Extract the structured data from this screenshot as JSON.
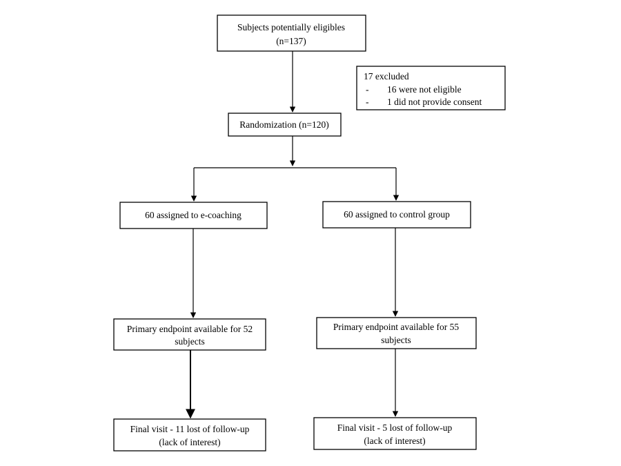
{
  "nodes": {
    "eligible": {
      "line1": "Subjects potentially  eligibles",
      "line2": "(n=137)"
    },
    "excluded": {
      "title": "17 excluded",
      "items": [
        {
          "bullet": "-",
          "text": "16 were not eligible"
        },
        {
          "bullet": "-",
          "text": "1 did not provide consent"
        }
      ]
    },
    "randomization": {
      "label": "Randomization  (n=120)"
    },
    "ecoaching": {
      "label": "60 assigned  to  e-coaching"
    },
    "control": {
      "label": "60 assigned  to  control group"
    },
    "primary_left": {
      "line1": "Primary  endpoint  available  for  52",
      "line2": "subjects"
    },
    "primary_right": {
      "line1": "Primary  endpoint  available  for  55",
      "line2": "subjects"
    },
    "final_left": {
      "line1": "Final visit  - 11 lost of follow-up",
      "line2": "(lack of interest)"
    },
    "final_right": {
      "line1": "Final visit  - 5 lost of follow-up",
      "line2": "(lack of interest)"
    }
  }
}
